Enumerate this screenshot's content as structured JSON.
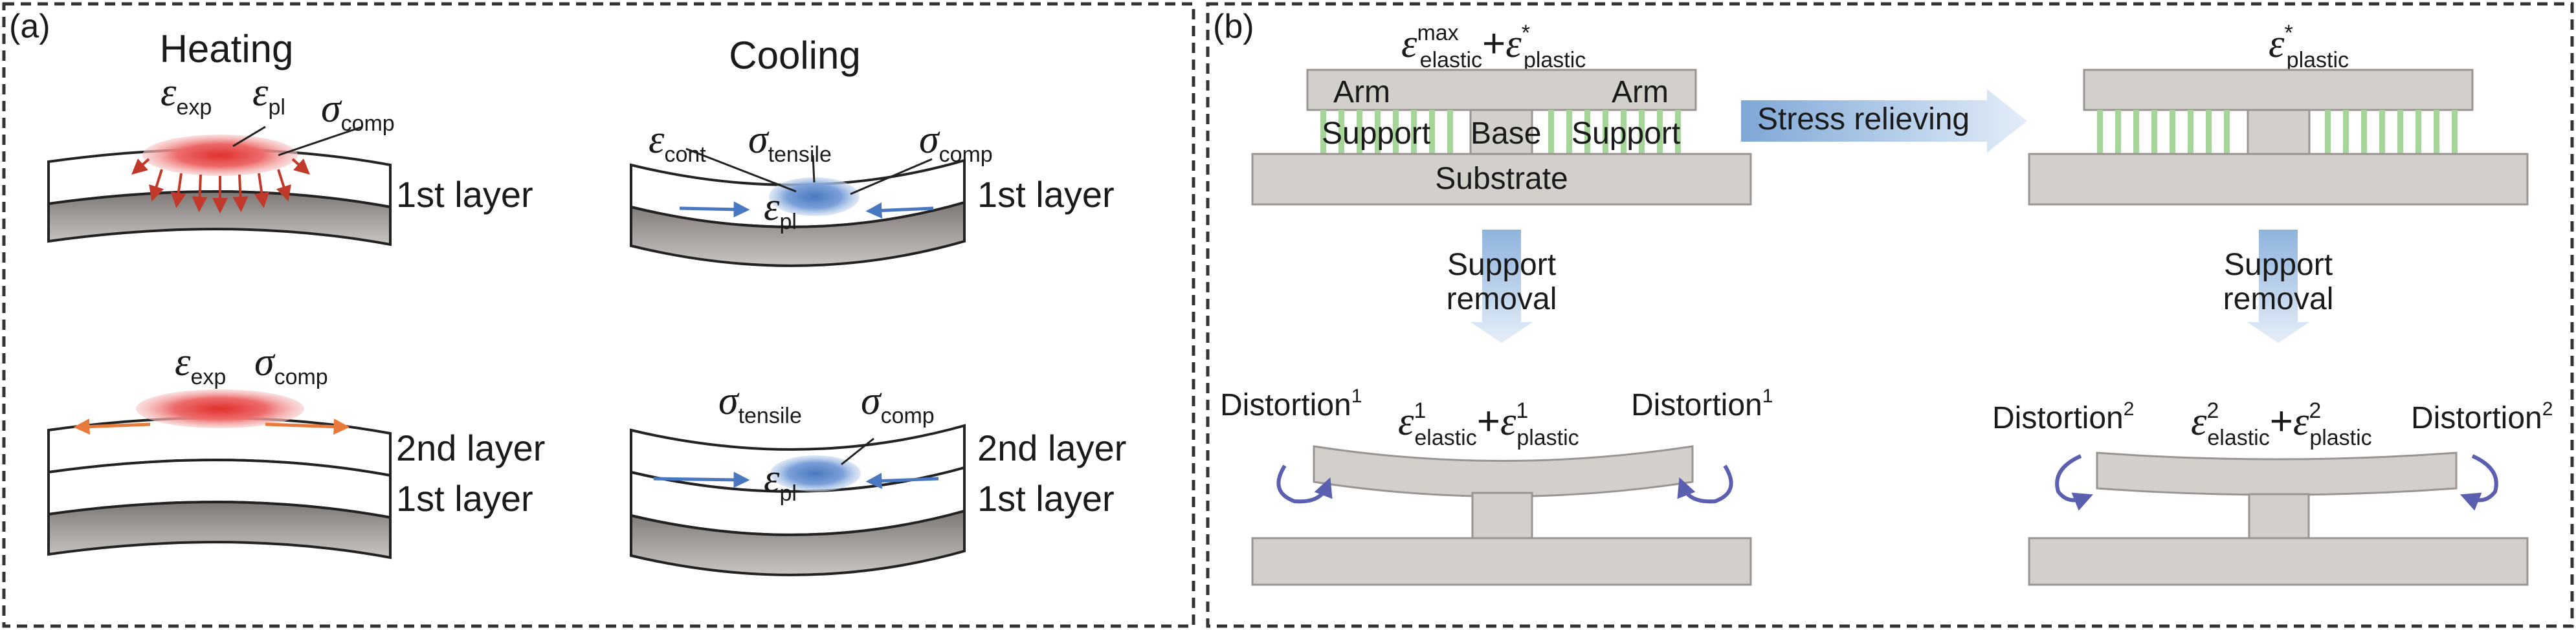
{
  "panel_a": {
    "label": "(a)",
    "heating": {
      "title": "Heating",
      "top": {
        "eps_exp": {
          "sym": "ε",
          "sub": "exp"
        },
        "eps_pl": {
          "sym": "ε",
          "sub": "pl"
        },
        "sigma_comp": {
          "sym": "σ",
          "sub": "comp"
        },
        "layer": "1st layer"
      },
      "bottom": {
        "eps_exp": {
          "sym": "ε",
          "sub": "exp"
        },
        "sigma_comp": {
          "sym": "σ",
          "sub": "comp"
        },
        "layer_top": "2nd layer",
        "layer_bottom": "1st layer"
      }
    },
    "cooling": {
      "title": "Cooling",
      "top": {
        "eps_cont": {
          "sym": "ε",
          "sub": "cont"
        },
        "sigma_tensile": {
          "sym": "σ",
          "sub": "tensile"
        },
        "sigma_comp": {
          "sym": "σ",
          "sub": "comp"
        },
        "eps_pl": {
          "sym": "ε",
          "sub": "pl"
        },
        "layer": "1st layer"
      },
      "bottom": {
        "sigma_tensile": {
          "sym": "σ",
          "sub": "tensile"
        },
        "sigma_comp": {
          "sym": "σ",
          "sub": "comp"
        },
        "eps_pl": {
          "sym": "ε",
          "sub": "pl"
        },
        "layer_top": "2nd layer",
        "layer_bottom": "1st layer"
      }
    }
  },
  "panel_b": {
    "label": "(b)",
    "left_top": {
      "formula": {
        "s1": "ε",
        "sup1": "max",
        "sub1": "elastic",
        "plus": "+",
        "s2": "ε",
        "sup2": "*",
        "sub2": "plastic"
      },
      "arm_left": "Arm",
      "arm_right": "Arm",
      "support_left": "Support",
      "base": "Base",
      "support_right": "Support",
      "substrate": "Substrate"
    },
    "stress_relieving": "Stress relieving",
    "right_top": {
      "formula": {
        "s": "ε",
        "sup": "*",
        "sub": "plastic"
      }
    },
    "support_removal_left": {
      "line1": "Support",
      "line2": "removal"
    },
    "support_removal_right": {
      "line1": "Support",
      "line2": "removal"
    },
    "left_bottom": {
      "distortion_left": {
        "text": "Distortion",
        "sup": "1"
      },
      "distortion_right": {
        "text": "Distortion",
        "sup": "1"
      },
      "formula": {
        "s1": "ε",
        "sup1": "1",
        "sub1": "elastic",
        "plus": "+",
        "s2": "ε",
        "sup2": "1",
        "sub2": "plastic"
      }
    },
    "right_bottom": {
      "distortion_left": {
        "text": "Distortion",
        "sup": "2"
      },
      "distortion_right": {
        "text": "Distortion",
        "sup": "2"
      },
      "formula": {
        "s1": "ε",
        "sup1": "2",
        "sub1": "elastic",
        "plus": "+",
        "s2": "ε",
        "sup2": "2",
        "sub2": "plastic"
      }
    }
  },
  "colors": {
    "heat_red": "#e0312e",
    "heat_arrow": "#c0392b",
    "orange_arrow": "#e87a3c",
    "cool_blue": "#4a78c0",
    "pool_blue": "#6d96d4",
    "support_green": "#a6d49b",
    "part_gray": "#d3cfcb",
    "layer_dark": "#8f8a87",
    "arrow_fill": "#9bbde0"
  }
}
